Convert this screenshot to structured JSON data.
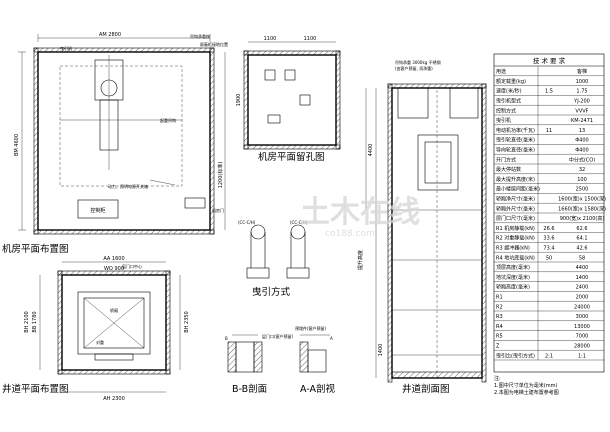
{
  "titles": {
    "machine_room_layout": "机房平面布置图",
    "machine_room_openings": "机房平面留孔图",
    "traction": "曳引方式",
    "hoistway_plan": "井道平面布置图",
    "section_bb": "B-B剖面",
    "section_aa": "A-A剖视",
    "hoistway_section": "井道剖面图"
  },
  "machine_room_labels": {
    "dim_top": "AM 2800",
    "dim_left": "BM 4600",
    "dim_right": "1200(标准)",
    "controller": "控制柜",
    "motor": "曳引机",
    "lifting_hook": "起重吊钩",
    "power_note": "动力、照明电源开关箱",
    "door": "机房门",
    "note_top": "吊钩承重按",
    "note_right": "屏蔽柜接地位置"
  },
  "opening_labels": {
    "dim1": "1100",
    "dim2": "1100",
    "dim3": "1900"
  },
  "traction_labels": {
    "left": "(CC-C/H)",
    "right": "(CC-C/H)"
  },
  "hoistway_labels": {
    "dim_aa": "AA 1600",
    "dim_wo": "WO 900",
    "dim_ah": "AH 2300",
    "dim_bb": "BB 1780",
    "dim_bh": "BH 2350",
    "car": "轿厢",
    "counterweight": "对重",
    "left_dim": "BH 2100",
    "note_door": "层门口中心"
  },
  "section_labels": {
    "bb_left": "B",
    "aa_right": "A",
    "door_note": "层门口(客户预留)",
    "beam_note": "预埋件(客户预留)"
  },
  "shaft_labels": {
    "top_note_1": "吊钩承重 3000kg 不锈钢",
    "top_note_2": "(由客户预留, 须承重)",
    "left_dim_1": "4400",
    "left_dim_2": "1400",
    "travel": "提升高度"
  },
  "spec_table": {
    "title": "技 术 要 求",
    "rows": [
      [
        "用途",
        "",
        "客梯"
      ],
      [
        "额定载重(kg)",
        "",
        "1000"
      ],
      [
        "速度(米/秒)",
        "1.5",
        "1.75"
      ],
      [
        "曳引机型式",
        "",
        "YJ-200"
      ],
      [
        "控制方式",
        "",
        "VVVF"
      ],
      [
        "曳引机",
        "",
        "KM-2471"
      ],
      [
        "电动机功率(千瓦)",
        "11",
        "13"
      ],
      [
        "曳引轮直径(毫米)",
        "",
        "Φ400"
      ],
      [
        "导向轮直径(毫米)",
        "",
        "Φ400"
      ],
      [
        "开门方式",
        "",
        "中分式(CO)"
      ],
      [
        "最大停站数",
        "",
        "32"
      ],
      [
        "最大提升高度(米)",
        "",
        "100"
      ],
      [
        "最小楼层间距(毫米)",
        "",
        "2500"
      ],
      [
        "轿厢净尺寸(毫米)",
        "",
        "1600(宽)x 1500(深)"
      ],
      [
        "轿厢外尺寸(毫米)",
        "",
        "1660(宽)x 1580(深)"
      ],
      [
        "层门口尺寸(毫米)",
        "",
        "900(宽)x 2100(高)"
      ],
      [
        "R1 机房静载(kN)",
        "26.6",
        "62.6"
      ],
      [
        "R2 对重静载(kN)",
        "33.6",
        "64.1"
      ],
      [
        "R3 缓冲器(kN)",
        "73.4",
        "42.6"
      ],
      [
        "R4 地坑底载(kN)",
        "50",
        "58"
      ],
      [
        "顶层高度(毫米)",
        "",
        "4400"
      ],
      [
        "地坑深度(毫米)",
        "",
        "1400"
      ],
      [
        "轿厢高度(毫米)",
        "",
        "2400"
      ],
      [
        "R1",
        "",
        "2000"
      ],
      [
        "R2",
        "",
        "24000"
      ],
      [
        "R3",
        "",
        "3000"
      ],
      [
        "R4",
        "",
        "13000"
      ],
      [
        "R5",
        "",
        "7000"
      ],
      [
        "Z",
        "",
        "28000"
      ],
      [
        "曳引比(曳引方式)",
        "2:1",
        "1:1"
      ]
    ],
    "notes": [
      "注:",
      "1.图中尺寸单位为毫米(mm)",
      "2.本图为电梯土建布置参考图"
    ]
  },
  "watermark": {
    "main": "土木在线",
    "sub": "co188.com"
  }
}
